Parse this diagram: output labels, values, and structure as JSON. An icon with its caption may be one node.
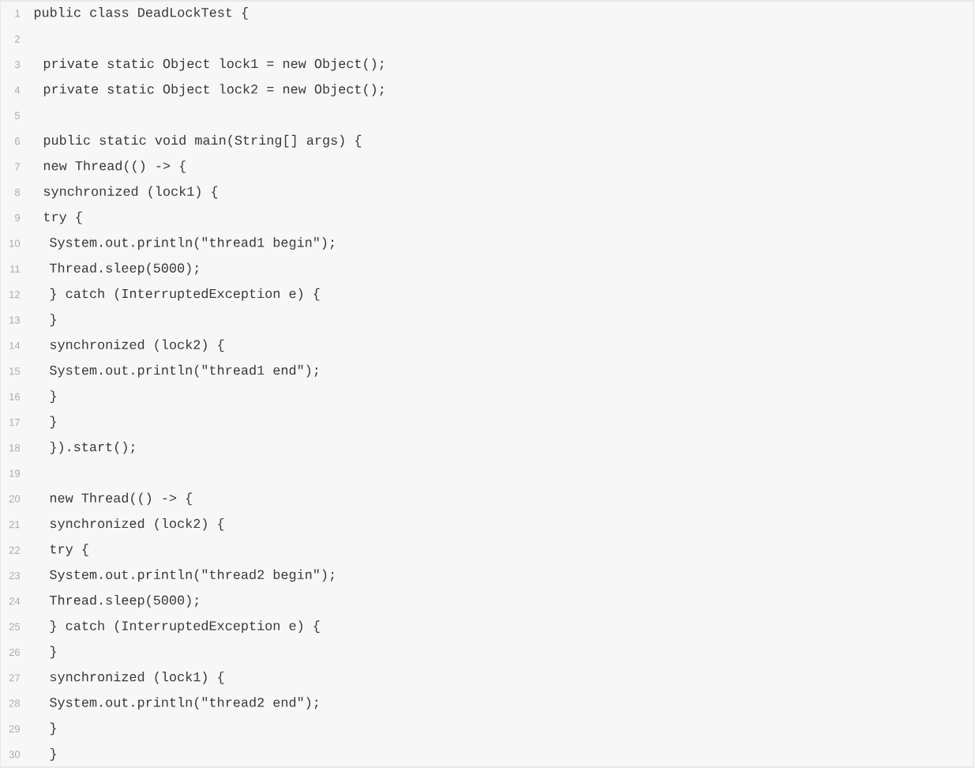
{
  "diagram": {
    "labels": [
      "1",
      "public class DeadLockTest {",
      "2",
      "3",
      "private static Object lock1 = new Object();",
      "4",
      "private static Object lock2 = new Object();",
      "5",
      "6",
      "public static void main(String[] args) {",
      "7",
      "new Thread(() -> {",
      "8",
      "synchronized (lock1) {",
      "9",
      "try {",
      "10",
      "System.out.println(\"thread1 begin\");",
      "11",
      "Thread.sleep(5000);",
      "12",
      "} catch (InterruptedException e) {",
      "13",
      "}",
      "14",
      "synchronized (lock2) {",
      "15",
      "System.out.println(\"thread1 end\");",
      "16",
      "}",
      "17",
      "}",
      "18",
      "}).start();",
      "19",
      "20",
      "new Thread(() -> {",
      "21",
      "synchronized (lock2) {",
      "22",
      "try {",
      "23",
      "System.out.println(\"thread2 begin\");",
      "24",
      "Thread.sleep(5000);",
      "25",
      "} catch (InterruptedException e) {",
      "26",
      "}",
      "27",
      "synchronized (lock1) {",
      "28",
      "System.out.println(\"thread2 end\");",
      "29",
      "}",
      "30",
      "}"
    ]
  }
}
